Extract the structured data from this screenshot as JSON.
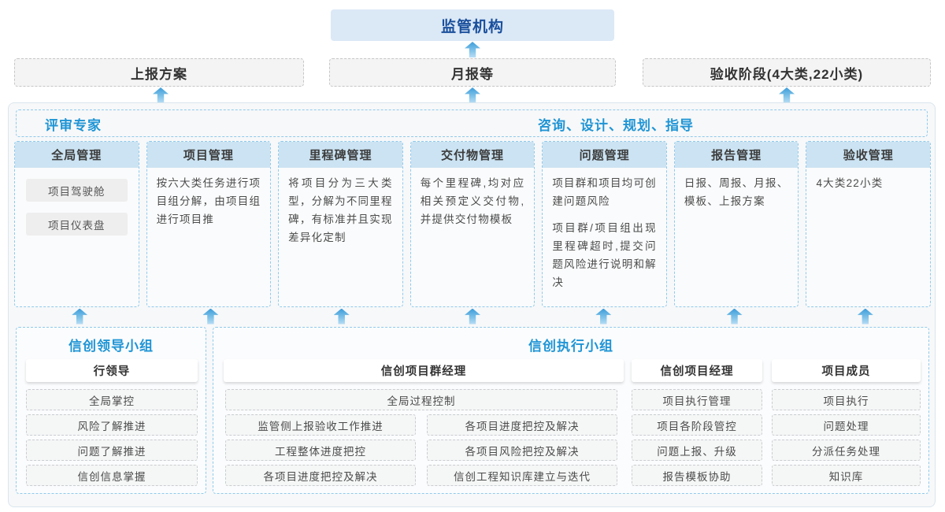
{
  "top": {
    "regulator": "监管机构"
  },
  "flow_row": {
    "box1": "上报方案",
    "box2": "月报等",
    "box3": "验收阶段(4大类,22小类)"
  },
  "expert_bar": {
    "left": "评审专家",
    "right": "咨询、设计、规划、指导"
  },
  "columns": [
    {
      "title": "全局管理",
      "pills": [
        "项目驾驶舱",
        "项目仪表盘"
      ]
    },
    {
      "title": "项目管理",
      "paragraphs": [
        "按六大类任务进行项目组分解，由项目组进行项目推"
      ]
    },
    {
      "title": "里程碑管理",
      "paragraphs": [
        "将项目分为三大类型，分解为不同里程碑，有标准并且实现差异化定制"
      ]
    },
    {
      "title": "交付物管理",
      "paragraphs": [
        "每个里程碑,均对应相关预定义交付物,并提供交付物模板"
      ]
    },
    {
      "title": "问题管理",
      "paragraphs": [
        "项目群和项目均可创建问题风险",
        "项目群/项目组出现里程碑超时,提交问题风险进行说明和解决"
      ]
    },
    {
      "title": "报告管理",
      "paragraphs": [
        "日报、周报、月报、模板、上报方案"
      ]
    },
    {
      "title": "验收管理",
      "paragraphs": [
        "4大类22小类"
      ]
    }
  ],
  "leadership": {
    "title": "信创领导小组",
    "role": "行领导",
    "items": [
      "全局掌控",
      "风险了解推进",
      "问题了解推进",
      "信创信息掌握"
    ]
  },
  "execution": {
    "title": "信创执行小组",
    "group_manager": {
      "role": "信创项目群经理",
      "full_item": "全局过程控制",
      "left_items": [
        "监管侧上报验收工作推进",
        "工程整体进度把控",
        "各项目进度把控及解决"
      ],
      "right_items": [
        "各项目进度把控及解决",
        "各项目风险把控及解决",
        "信创工程知识库建立与迭代"
      ]
    },
    "project_manager": {
      "role": "信创项目经理",
      "items": [
        "项目执行管理",
        "项目各阶段管控",
        "问题上报、升级",
        "报告模板协助"
      ]
    },
    "member": {
      "role": "项目成员",
      "items": [
        "项目执行",
        "问题处理",
        "分派任务处理",
        "知识库"
      ]
    }
  },
  "colors": {
    "accent_blue": "#2095d5",
    "navy_text": "#1a4f9c",
    "arrow_blue": "#3d9ddb",
    "column_header_fill": "#cbe3f2",
    "regulator_fill": "#dbe8f6",
    "panel_fill": "#f7f8f9"
  }
}
